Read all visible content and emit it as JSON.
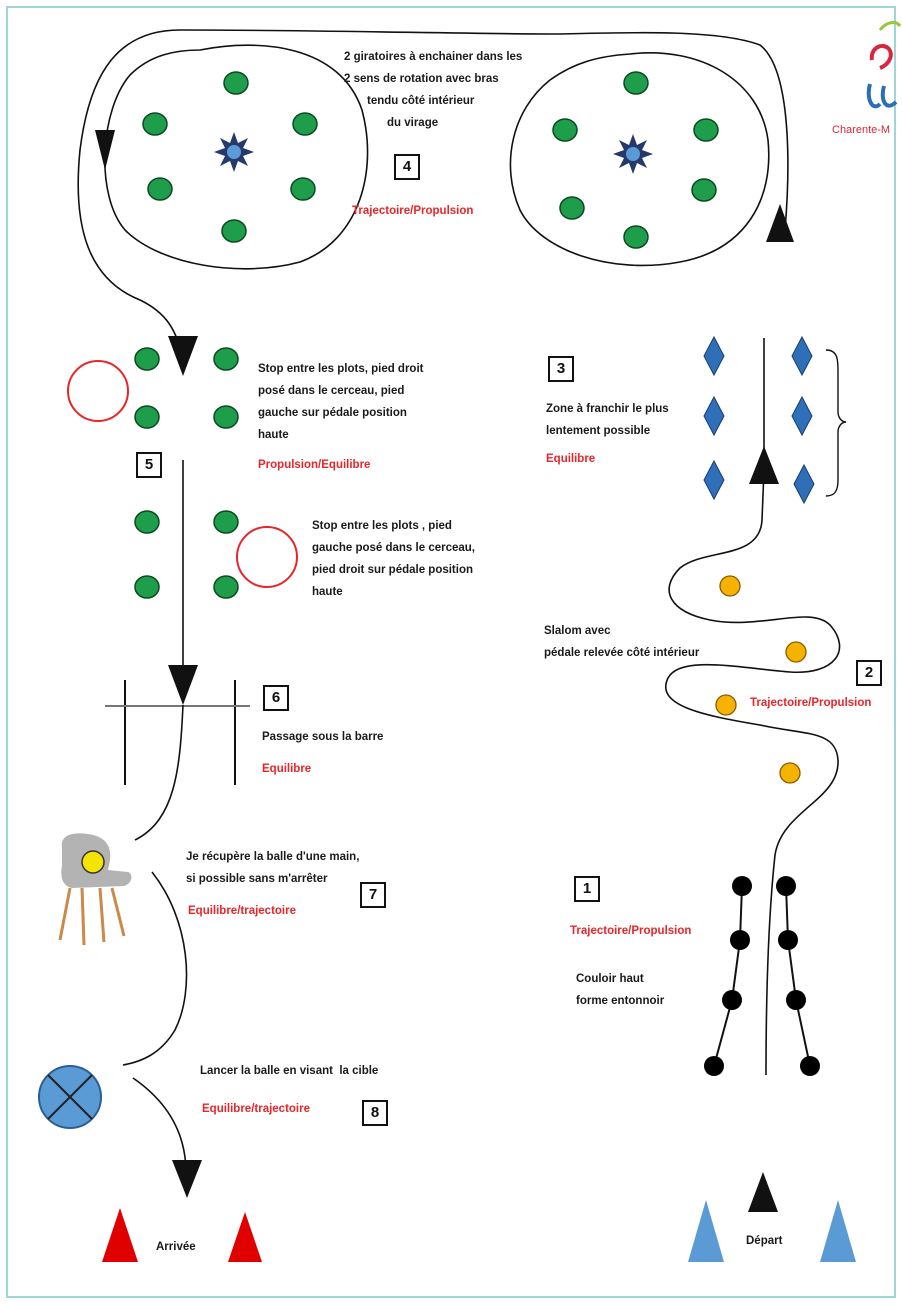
{
  "logo": {
    "region_text": "Charente-M"
  },
  "stations": {
    "s1": {
      "number": "1",
      "category": "Trajectoire/Propulsion",
      "desc": [
        "Couloir haut",
        "forme entonnoir"
      ]
    },
    "s2": {
      "number": "2",
      "category": "Trajectoire/Propulsion",
      "desc": [
        "Slalom avec",
        "pédale relevée côté intérieur"
      ]
    },
    "s3": {
      "number": "3",
      "category": "Equilibre",
      "desc": [
        "Zone à franchir le plus",
        "lentement possible"
      ]
    },
    "s4": {
      "number": "4",
      "category": "Trajectoire/Propulsion",
      "desc": [
        "2 giratoires à enchainer dans les",
        "2 sens de rotation avec bras",
        "tendu côté intérieur",
        "du virage"
      ]
    },
    "s5": {
      "number": "5",
      "category": "Propulsion/Equilibre",
      "desc_a": [
        "Stop entre les plots, pied droit",
        "posé dans le cerceau, pied",
        "gauche sur pédale position",
        "haute"
      ],
      "desc_b": [
        "Stop entre les plots , pied",
        "gauche posé dans le cerceau,",
        "pied droit sur pédale position",
        "haute"
      ]
    },
    "s6": {
      "number": "6",
      "category": "Equilibre",
      "desc": [
        "Passage sous la barre"
      ]
    },
    "s7": {
      "number": "7",
      "category": "Equilibre/trajectoire",
      "desc": [
        "Je récupère la balle d'une main,",
        "si possible sans m'arrêter"
      ]
    },
    "s8": {
      "number": "8",
      "category": "Equilibre/trajectoire",
      "desc": [
        "Lancer la balle en visant  la cible"
      ]
    }
  },
  "labels": {
    "start": "Départ",
    "finish": "Arrivée"
  },
  "colors": {
    "plot_green": "#1e9e4a",
    "plot_yellow": "#f5b300",
    "diamond_blue": "#2f6fb8",
    "cone_blue": "#5b9bd5",
    "cone_red": "#e00000",
    "hoop_red": "#e8262a",
    "category_red": "#e8262a",
    "frame": "#9fd6d3"
  },
  "icons": [
    "star-marker-icon",
    "chair-icon",
    "target-icon",
    "cone-icon",
    "arrow-icon",
    "diamond-plot-icon",
    "hoop-icon"
  ]
}
